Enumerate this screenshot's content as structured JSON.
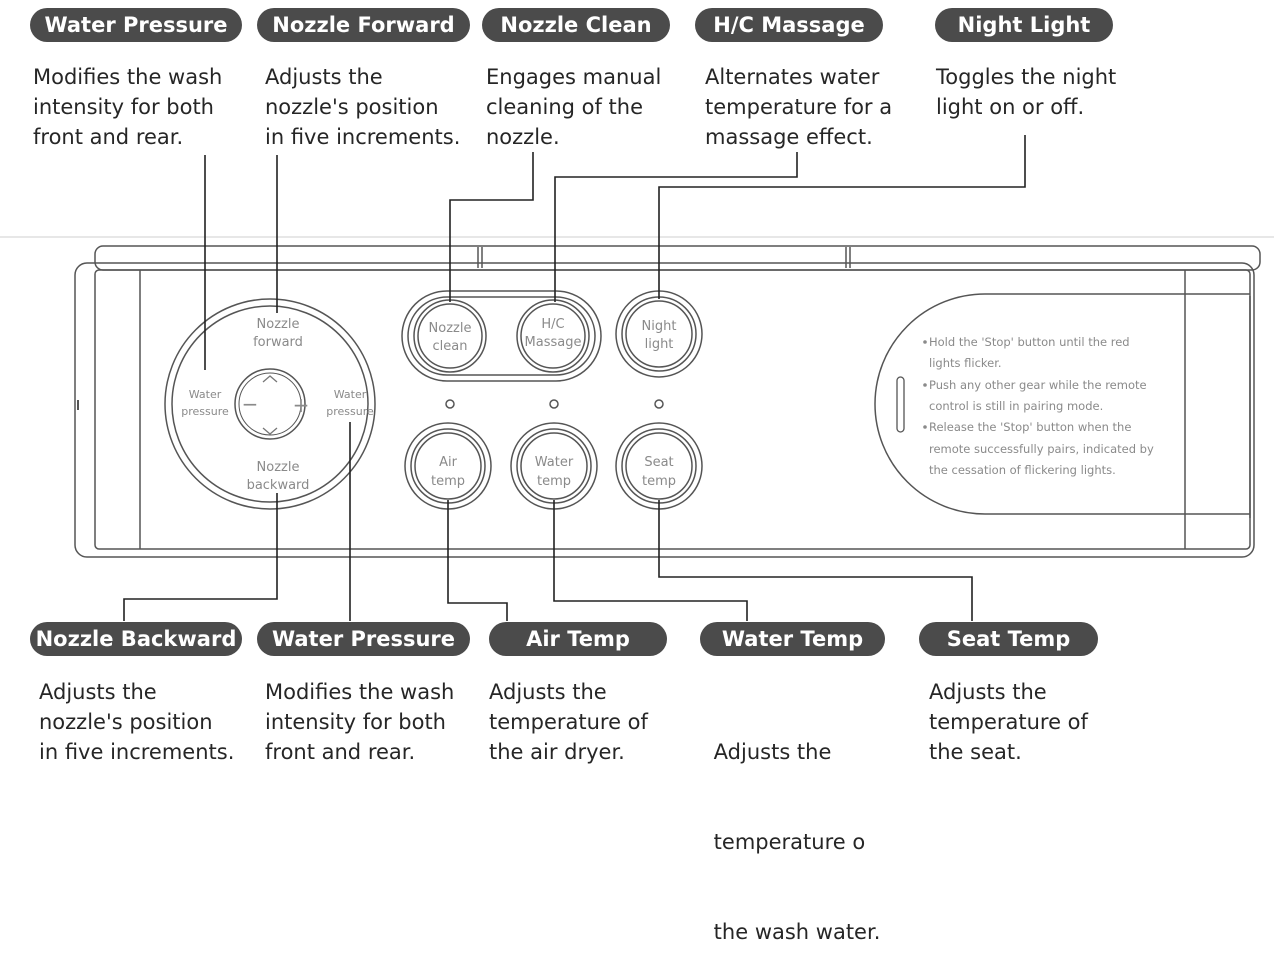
{
  "top_labels": [
    {
      "id": "water-pressure-top",
      "title": "Water Pressure",
      "desc": [
        "Modifies the wash",
        "intensity for both",
        "front and rear."
      ]
    },
    {
      "id": "nozzle-forward",
      "title": "Nozzle Forward",
      "desc": [
        "Adjusts the",
        "nozzle's position",
        "in five increments."
      ]
    },
    {
      "id": "nozzle-clean",
      "title": "Nozzle Clean",
      "desc": [
        "Engages manual",
        "cleaning of the",
        "nozzle."
      ]
    },
    {
      "id": "hc-massage",
      "title": "H/C Massage",
      "desc": [
        "Alternates water",
        "temperature for a",
        "massage effect."
      ]
    },
    {
      "id": "night-light",
      "title": "Night Light",
      "desc": [
        "Toggles the night",
        "light on or off."
      ]
    }
  ],
  "bottom_labels": [
    {
      "id": "nozzle-backward",
      "title": "Nozzle Backward",
      "desc": [
        "Adjusts the",
        "nozzle's position",
        "in five increments."
      ]
    },
    {
      "id": "water-pressure-bottom",
      "title": "Water Pressure",
      "desc": [
        "Modifies the wash",
        "intensity for both",
        "front and rear."
      ]
    },
    {
      "id": "air-temp",
      "title": "Air Temp",
      "desc": [
        "Adjusts the",
        "temperature of",
        "the air dryer."
      ]
    },
    {
      "id": "water-temp",
      "title": "Water Temp",
      "desc": [
        " Adjusts the",
        " temperature o",
        " the wash water."
      ]
    },
    {
      "id": "seat-temp",
      "title": "Seat Temp",
      "desc": [
        "Adjusts the",
        "temperature of",
        "the seat."
      ]
    }
  ],
  "device": {
    "dial": {
      "top": [
        "Nozzle",
        "forward"
      ],
      "bottom": [
        "Nozzle",
        "backward"
      ],
      "left": [
        "Water",
        "pressure"
      ],
      "right": [
        "Water",
        "pressure"
      ],
      "plus": "+",
      "minus": "−"
    },
    "buttons": {
      "nozzle_clean": [
        "Nozzle",
        "clean"
      ],
      "hc_massage": [
        "H/C",
        "Massage"
      ],
      "night_light": [
        "Night",
        "light"
      ],
      "air_temp": [
        "Air",
        "temp"
      ],
      "water_temp": [
        "Water",
        "temp"
      ],
      "seat_temp": [
        "Seat",
        "temp"
      ]
    },
    "pairing": [
      "Hold the 'Stop' button until the red",
      "lights flicker.",
      "Push any other gear while the remote",
      "control is still in pairing mode.",
      "Release the 'Stop' button when the",
      "remote successfully pairs, indicated by",
      "the cessation of flickering lights."
    ]
  },
  "colors": {
    "pill": "#4b4b4b",
    "line": "#222222",
    "device_line": "#555555",
    "device_text": "#8a8a8a"
  }
}
